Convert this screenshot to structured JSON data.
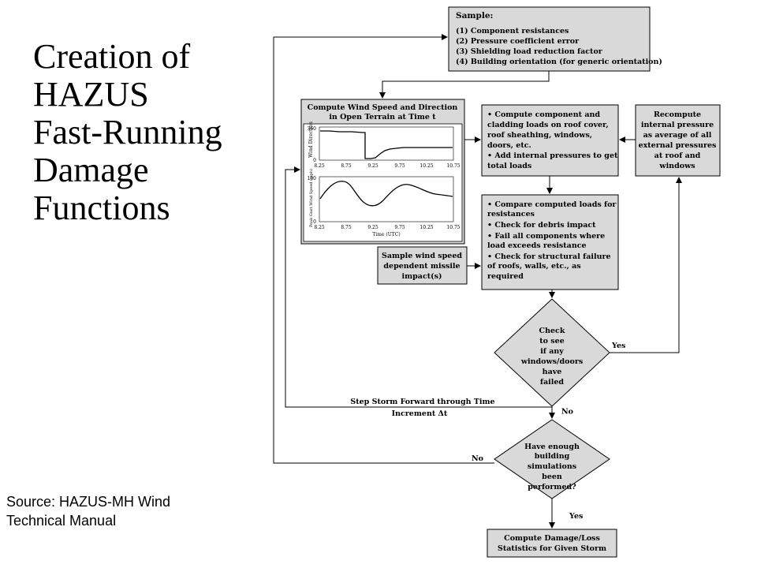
{
  "title": {
    "lines": [
      "Creation of",
      "HAZUS",
      "Fast-Running",
      "Damage",
      "Functions"
    ]
  },
  "source": {
    "lines": [
      "Source: HAZUS-MH Wind",
      "Technical Manual"
    ]
  },
  "flowchart": {
    "sample": {
      "heading": "Sample:",
      "items": [
        "(1)  Component resistances",
        "(2)  Pressure coefficient error",
        "(3)  Shielding load reduction factor",
        "(4)  Building orientation (for generic orientation)"
      ]
    },
    "compute_wind": {
      "lines": [
        "Compute Wind Speed and Direction",
        "in Open Terrain at Time t"
      ],
      "chart_top": {
        "ylabel": "Wind Direction",
        "ymax": "360",
        "ymin": "0",
        "xticks": [
          "8.25",
          "8.75",
          "9.25",
          "9.75",
          "10.25",
          "10.75"
        ]
      },
      "chart_bottom": {
        "ylabel": "Peak Gust Wind Speed (mph)",
        "ymax": "100",
        "ymin": "0",
        "xticks": [
          "8.25",
          "8.75",
          "9.25",
          "9.75",
          "10.25",
          "10.75"
        ],
        "xlabel": "Time (UTC)"
      }
    },
    "compute_loads": {
      "lines": [
        "•  Compute component and",
        "    cladding loads on roof cover,",
        "    roof sheathing, windows,",
        "    doors, etc.",
        "•  Add internal pressures to get",
        "    total loads"
      ]
    },
    "recompute": {
      "lines": [
        "Recompute",
        "internal pressure",
        "as average of all",
        "external pressures",
        "at roof and",
        "windows"
      ]
    },
    "compare": {
      "lines": [
        "•  Compare computed loads for",
        "    resistances",
        "•  Check for debris impact",
        "•  Fail all components where",
        "    load exceeds resistance",
        "•  Check for structural failure",
        "    of roofs, walls, etc., as",
        "    required"
      ]
    },
    "missile": {
      "lines": [
        "Sample wind speed",
        "dependent missile",
        "impact(s)"
      ]
    },
    "check": {
      "lines": [
        "Check",
        "to see",
        "if any",
        "windows/doors",
        "have",
        "failed"
      ]
    },
    "simulations": {
      "lines": [
        "Have enough",
        "building",
        "simulations",
        "been",
        "performed?"
      ]
    },
    "final": {
      "lines": [
        "Compute Damage/Loss",
        "Statistics for Given Storm"
      ]
    },
    "labels": {
      "yes_check": "Yes",
      "no_check": "No",
      "no_sim": "No",
      "yes_sim": "Yes",
      "step_lines": [
        "Step Storm Forward through Time",
        "Increment Δt"
      ]
    }
  },
  "colors": {
    "box_fill": "#d9d9d9",
    "line": "#000000"
  }
}
